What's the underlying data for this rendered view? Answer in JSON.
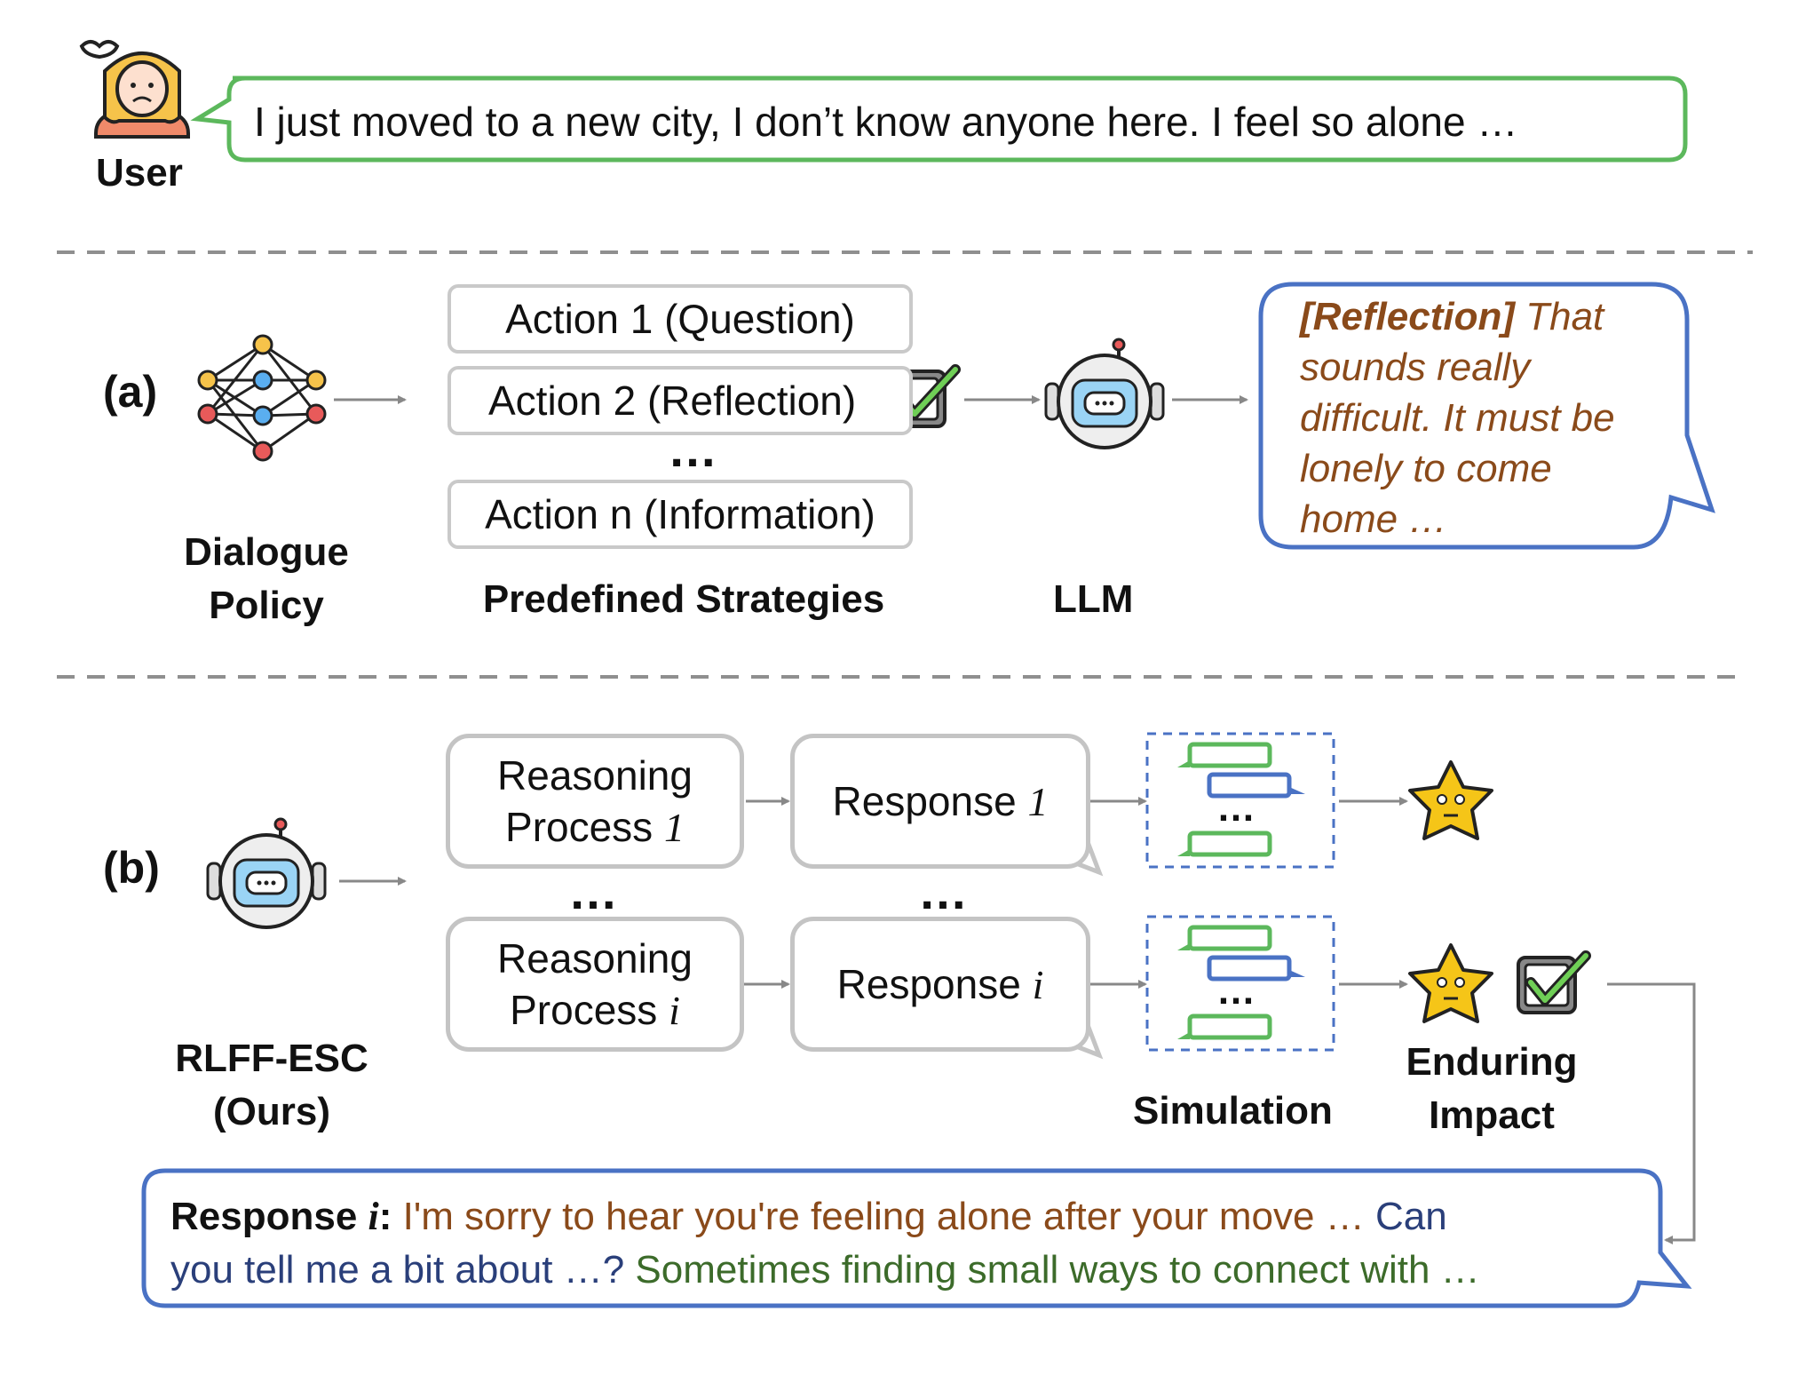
{
  "user": {
    "label": "User",
    "message": "I just moved to a new city, I don’t know anyone here. I feel so alone …"
  },
  "section_a": {
    "marker": "(a)",
    "policy_label_line1": "Dialogue",
    "policy_label_line2": "Policy",
    "strategies": [
      "Action 1 (Question)",
      "Action 2 (Reflection)",
      "Action n (Information)"
    ],
    "strategies_ellipsis": "…",
    "strategies_label": "Predefined Strategies",
    "llm_label": "LLM",
    "reply_tag": "[Reflection]",
    "reply_lines": [
      "That",
      "sounds really",
      "difficult. It must be",
      "lonely to come",
      "home …"
    ]
  },
  "section_b": {
    "marker": "(b)",
    "model_label_line1": "RLFF-ESC",
    "model_label_line2": "(Ours)",
    "reasoning_1": {
      "line1": "Reasoning",
      "line2": "Process",
      "index": "1"
    },
    "reasoning_i": {
      "line1": "Reasoning",
      "line2": "Process",
      "index": "i"
    },
    "response_1": {
      "label": "Response",
      "index": "1"
    },
    "response_i": {
      "label": "Response",
      "index": "i"
    },
    "ellipsis": "…",
    "sim_ellipsis": "…",
    "simulation_label": "Simulation",
    "impact_label_line1": "Enduring",
    "impact_label_line2": "Impact",
    "final": {
      "head": "Response",
      "index": "i",
      "colon": ":",
      "part1": " I'm sorry to hear you're feeling alone after your move … ",
      "part2a": "Can",
      "part2b": "you tell me a bit about …? ",
      "part3": "Sometimes finding small ways to connect with …"
    }
  },
  "colors": {
    "green": "#5cb85c",
    "blue": "#4a72c4",
    "brown": "#8a4a1a",
    "navy": "#2a3f7a",
    "dark_green": "#3c6b2a",
    "star": "#f5c518"
  }
}
